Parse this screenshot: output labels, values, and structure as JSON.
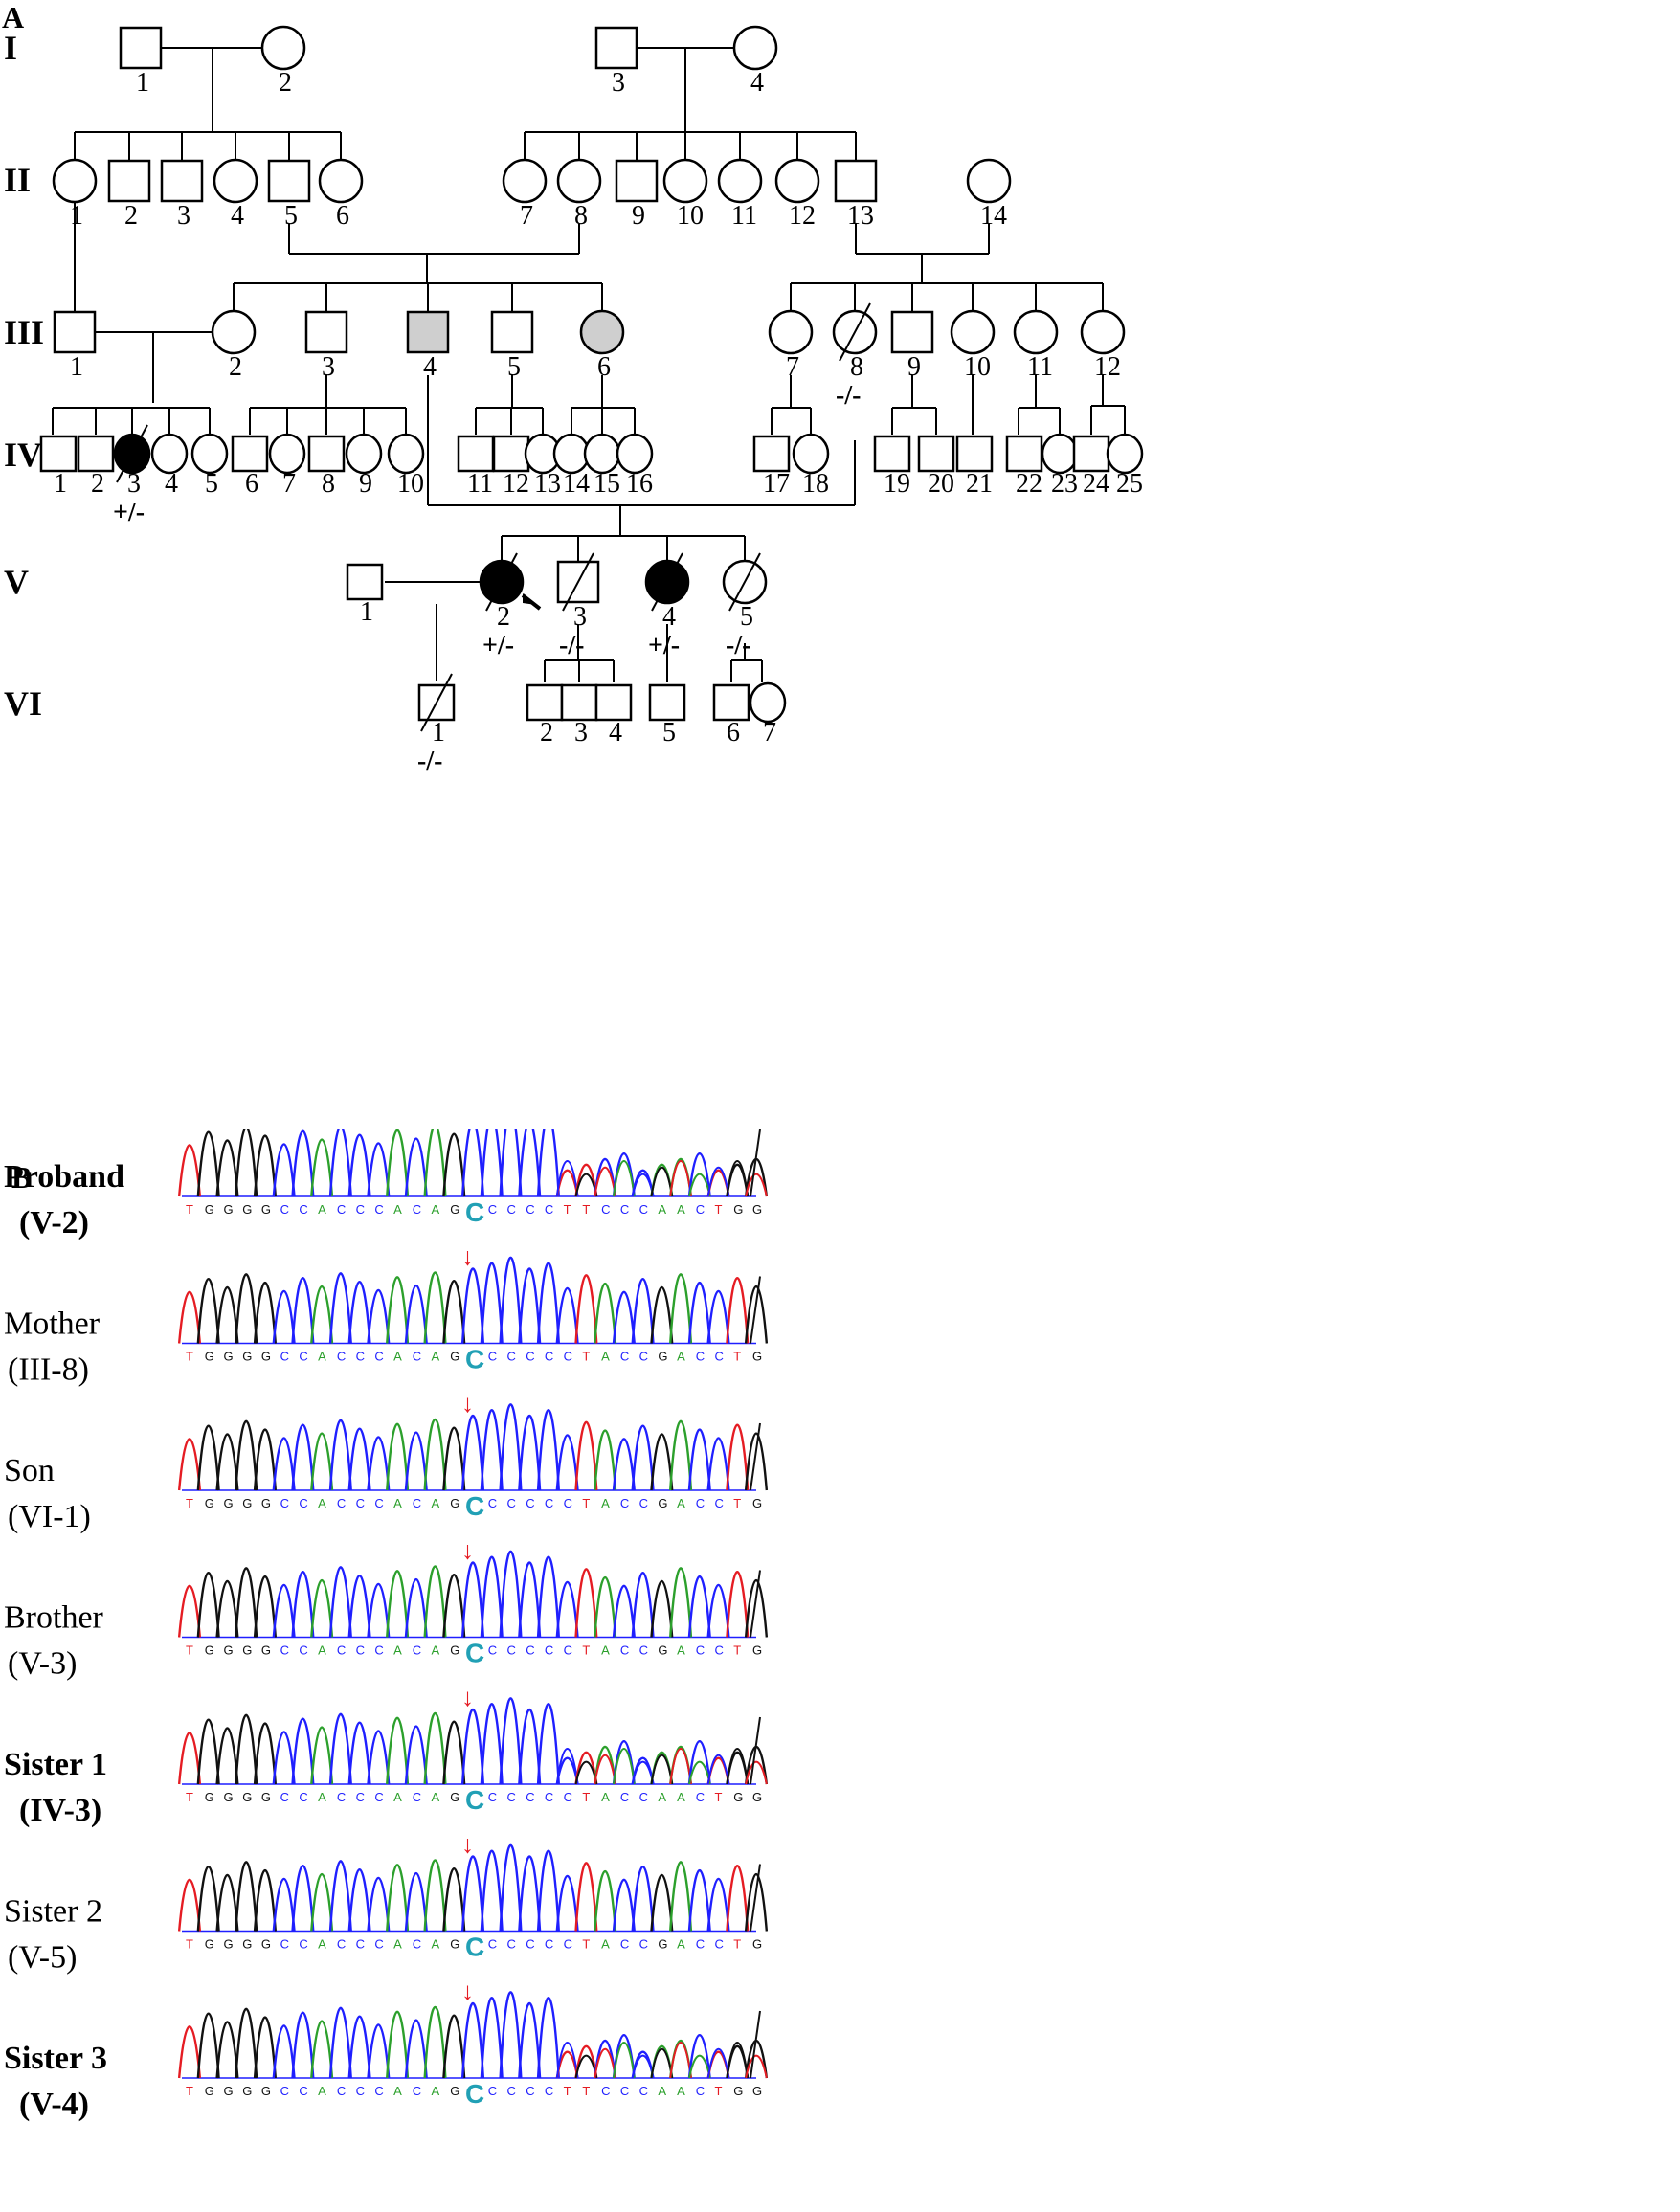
{
  "panels": {
    "a": "A",
    "b": "B"
  },
  "generations": [
    "I",
    "II",
    "III",
    "IV",
    "V",
    "VI"
  ],
  "individuals": [
    {
      "id": "I-1",
      "label": "1",
      "sex": "M"
    },
    {
      "id": "I-2",
      "label": "2",
      "sex": "F"
    },
    {
      "id": "I-3",
      "label": "3",
      "sex": "M"
    },
    {
      "id": "I-4",
      "label": "4",
      "sex": "F"
    },
    {
      "id": "II-1",
      "label": "1",
      "sex": "F"
    },
    {
      "id": "II-2",
      "label": "2",
      "sex": "M"
    },
    {
      "id": "II-3",
      "label": "3",
      "sex": "M"
    },
    {
      "id": "II-4",
      "label": "4",
      "sex": "F"
    },
    {
      "id": "II-5",
      "label": "5",
      "sex": "M"
    },
    {
      "id": "II-6",
      "label": "6",
      "sex": "F"
    },
    {
      "id": "II-7",
      "label": "7",
      "sex": "F"
    },
    {
      "id": "II-8",
      "label": "8",
      "sex": "F"
    },
    {
      "id": "II-9",
      "label": "9",
      "sex": "M"
    },
    {
      "id": "II-10",
      "label": "10",
      "sex": "F"
    },
    {
      "id": "II-11",
      "label": "11",
      "sex": "F"
    },
    {
      "id": "II-12",
      "label": "12",
      "sex": "F"
    },
    {
      "id": "II-13",
      "label": "13",
      "sex": "M"
    },
    {
      "id": "II-14",
      "label": "14",
      "sex": "F"
    },
    {
      "id": "III-1",
      "label": "1",
      "sex": "M"
    },
    {
      "id": "III-2",
      "label": "2",
      "sex": "F"
    },
    {
      "id": "III-3",
      "label": "3",
      "sex": "M"
    },
    {
      "id": "III-4",
      "label": "4",
      "sex": "M",
      "status": "grey"
    },
    {
      "id": "III-5",
      "label": "5",
      "sex": "M"
    },
    {
      "id": "III-6",
      "label": "6",
      "sex": "F",
      "status": "grey"
    },
    {
      "id": "III-7",
      "label": "7",
      "sex": "F"
    },
    {
      "id": "III-8",
      "label": "8",
      "sex": "F",
      "deceased": true,
      "genotype": "-/-"
    },
    {
      "id": "III-9",
      "label": "9",
      "sex": "M"
    },
    {
      "id": "III-10",
      "label": "10",
      "sex": "F"
    },
    {
      "id": "III-11",
      "label": "11",
      "sex": "F"
    },
    {
      "id": "III-12",
      "label": "12",
      "sex": "F"
    },
    {
      "id": "IV-1",
      "label": "1",
      "sex": "M"
    },
    {
      "id": "IV-2",
      "label": "2",
      "sex": "M"
    },
    {
      "id": "IV-3",
      "label": "3",
      "sex": "F",
      "status": "affected",
      "deceased": true,
      "genotype": "+/-"
    },
    {
      "id": "IV-4",
      "label": "4",
      "sex": "F"
    },
    {
      "id": "IV-5",
      "label": "5",
      "sex": "F"
    },
    {
      "id": "IV-6",
      "label": "6",
      "sex": "M"
    },
    {
      "id": "IV-7",
      "label": "7",
      "sex": "F"
    },
    {
      "id": "IV-8",
      "label": "8",
      "sex": "M"
    },
    {
      "id": "IV-9",
      "label": "9",
      "sex": "F"
    },
    {
      "id": "IV-10",
      "label": "10",
      "sex": "F"
    },
    {
      "id": "IV-11",
      "label": "11",
      "sex": "M"
    },
    {
      "id": "IV-12",
      "label": "12",
      "sex": "M"
    },
    {
      "id": "IV-13",
      "label": "13",
      "sex": "F"
    },
    {
      "id": "IV-14",
      "label": "14",
      "sex": "F"
    },
    {
      "id": "IV-15",
      "label": "15",
      "sex": "F"
    },
    {
      "id": "IV-16",
      "label": "16",
      "sex": "F"
    },
    {
      "id": "IV-17",
      "label": "17",
      "sex": "M"
    },
    {
      "id": "IV-18",
      "label": "18",
      "sex": "F"
    },
    {
      "id": "IV-19",
      "label": "19",
      "sex": "M"
    },
    {
      "id": "IV-20",
      "label": "20",
      "sex": "M"
    },
    {
      "id": "IV-21",
      "label": "21",
      "sex": "M"
    },
    {
      "id": "IV-22",
      "label": "22",
      "sex": "M"
    },
    {
      "id": "IV-23",
      "label": "23",
      "sex": "F"
    },
    {
      "id": "IV-24",
      "label": "24",
      "sex": "M"
    },
    {
      "id": "IV-25",
      "label": "25",
      "sex": "F"
    },
    {
      "id": "V-1",
      "label": "1",
      "sex": "M"
    },
    {
      "id": "V-2",
      "label": "2",
      "sex": "F",
      "status": "affected",
      "deceased": true,
      "proband": true,
      "genotype": "+/-"
    },
    {
      "id": "V-3",
      "label": "3",
      "sex": "M",
      "deceased": true,
      "genotype": "-/-"
    },
    {
      "id": "V-4",
      "label": "4",
      "sex": "F",
      "status": "affected",
      "deceased": true,
      "genotype": "+/-"
    },
    {
      "id": "V-5",
      "label": "5",
      "sex": "F",
      "deceased": true,
      "genotype": "-/-"
    },
    {
      "id": "VI-1",
      "label": "1",
      "sex": "M",
      "deceased": true,
      "genotype": "-/-"
    },
    {
      "id": "VI-2",
      "label": "2",
      "sex": "M"
    },
    {
      "id": "VI-3",
      "label": "3",
      "sex": "M"
    },
    {
      "id": "VI-4",
      "label": "4",
      "sex": "M"
    },
    {
      "id": "VI-5",
      "label": "5",
      "sex": "M"
    },
    {
      "id": "VI-6",
      "label": "6",
      "sex": "M"
    },
    {
      "id": "VI-7",
      "label": "7",
      "sex": "F"
    }
  ],
  "sequencing": {
    "marker": "↓",
    "highlight_base": "C",
    "samples": [
      {
        "name": "Proband",
        "sub": "(V-2)",
        "bold": true,
        "hetero": true,
        "bases": [
          "T",
          "G",
          "G",
          "G",
          "G",
          "C",
          "C",
          "A",
          "C",
          "C",
          "C",
          "A",
          "C",
          "A",
          "G",
          "C",
          "C",
          "C",
          "C",
          "C",
          "T",
          "T",
          "C",
          "C",
          "C",
          "A",
          "A",
          "C",
          "T",
          "G",
          "G"
        ]
      },
      {
        "name": "Mother",
        "sub": "(III-8)",
        "bold": false,
        "hetero": false,
        "bases": [
          "T",
          "G",
          "G",
          "G",
          "G",
          "C",
          "C",
          "A",
          "C",
          "C",
          "C",
          "A",
          "C",
          "A",
          "G",
          "C",
          "C",
          "C",
          "C",
          "C",
          "C",
          "T",
          "A",
          "C",
          "C",
          "G",
          "A",
          "C",
          "C",
          "T",
          "G"
        ]
      },
      {
        "name": "Son",
        "sub": "(VI-1)",
        "bold": false,
        "hetero": false,
        "bases": [
          "T",
          "G",
          "G",
          "G",
          "G",
          "C",
          "C",
          "A",
          "C",
          "C",
          "C",
          "A",
          "C",
          "A",
          "G",
          "C",
          "C",
          "C",
          "C",
          "C",
          "C",
          "T",
          "A",
          "C",
          "C",
          "G",
          "A",
          "C",
          "C",
          "T",
          "G"
        ]
      },
      {
        "name": "Brother",
        "sub": "(V-3)",
        "bold": false,
        "hetero": false,
        "bases": [
          "T",
          "G",
          "G",
          "G",
          "G",
          "C",
          "C",
          "A",
          "C",
          "C",
          "C",
          "A",
          "C",
          "A",
          "G",
          "C",
          "C",
          "C",
          "C",
          "C",
          "C",
          "T",
          "A",
          "C",
          "C",
          "G",
          "A",
          "C",
          "C",
          "T",
          "G"
        ]
      },
      {
        "name": "Sister 1",
        "sub": "(IV-3)",
        "bold": true,
        "hetero": true,
        "bases": [
          "T",
          "G",
          "G",
          "G",
          "G",
          "C",
          "C",
          "A",
          "C",
          "C",
          "C",
          "A",
          "C",
          "A",
          "G",
          "C",
          "C",
          "C",
          "C",
          "C",
          "C",
          "T",
          "A",
          "C",
          "C",
          "A",
          "A",
          "C",
          "T",
          "G",
          "G"
        ]
      },
      {
        "name": "Sister 2",
        "sub": "(V-5)",
        "bold": false,
        "hetero": false,
        "bases": [
          "T",
          "G",
          "G",
          "G",
          "G",
          "C",
          "C",
          "A",
          "C",
          "C",
          "C",
          "A",
          "C",
          "A",
          "G",
          "C",
          "C",
          "C",
          "C",
          "C",
          "C",
          "T",
          "A",
          "C",
          "C",
          "G",
          "A",
          "C",
          "C",
          "T",
          "G"
        ]
      },
      {
        "name": "Sister 3",
        "sub": "(V-4)",
        "bold": true,
        "hetero": true,
        "bases": [
          "T",
          "G",
          "G",
          "G",
          "G",
          "C",
          "C",
          "A",
          "C",
          "C",
          "C",
          "A",
          "C",
          "A",
          "G",
          "C",
          "C",
          "C",
          "C",
          "C",
          "T",
          "T",
          "C",
          "C",
          "C",
          "A",
          "A",
          "C",
          "T",
          "G",
          "G"
        ]
      }
    ],
    "base_colors": {
      "A": "#2ca02c",
      "C": "#1f1fff",
      "G": "#111111",
      "T": "#e51c23"
    },
    "marker_color": "#e51c23"
  }
}
